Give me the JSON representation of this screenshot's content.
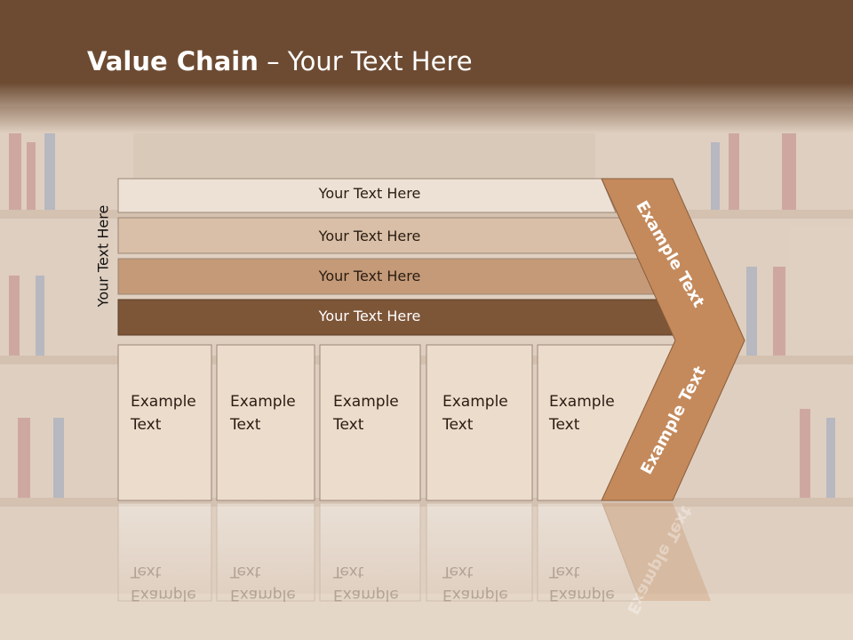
{
  "slide": {
    "title_bold": "Value Chain",
    "title_rest": " – Your Text Here",
    "side_label": "Your Text Here",
    "bars": [
      {
        "label": "Your Text Here",
        "fill": "#ede1d5",
        "text_color": "#2a1c12"
      },
      {
        "label": "Your Text Here",
        "fill": "#d9bfa7",
        "text_color": "#2a1c12"
      },
      {
        "label": "Your Text Here",
        "fill": "#c49a78",
        "text_color": "#2a1c12"
      },
      {
        "label": "Your Text Here",
        "fill": "#7d5537",
        "text_color": "#ffffff"
      }
    ],
    "boxes": [
      {
        "line1": "Example",
        "line2": "Text"
      },
      {
        "line1": "Example",
        "line2": "Text"
      },
      {
        "line1": "Example",
        "line2": "Text"
      },
      {
        "line1": "Example",
        "line2": "Text"
      },
      {
        "line1": "Example",
        "line2": "Text"
      }
    ],
    "chevron_top_label": "Example Text",
    "chevron_bottom_label": "Example Text"
  },
  "colors": {
    "header_brown": "#6d4b32",
    "chevron_orange": "#c48a5c",
    "box_fill": "#ecdccc"
  }
}
